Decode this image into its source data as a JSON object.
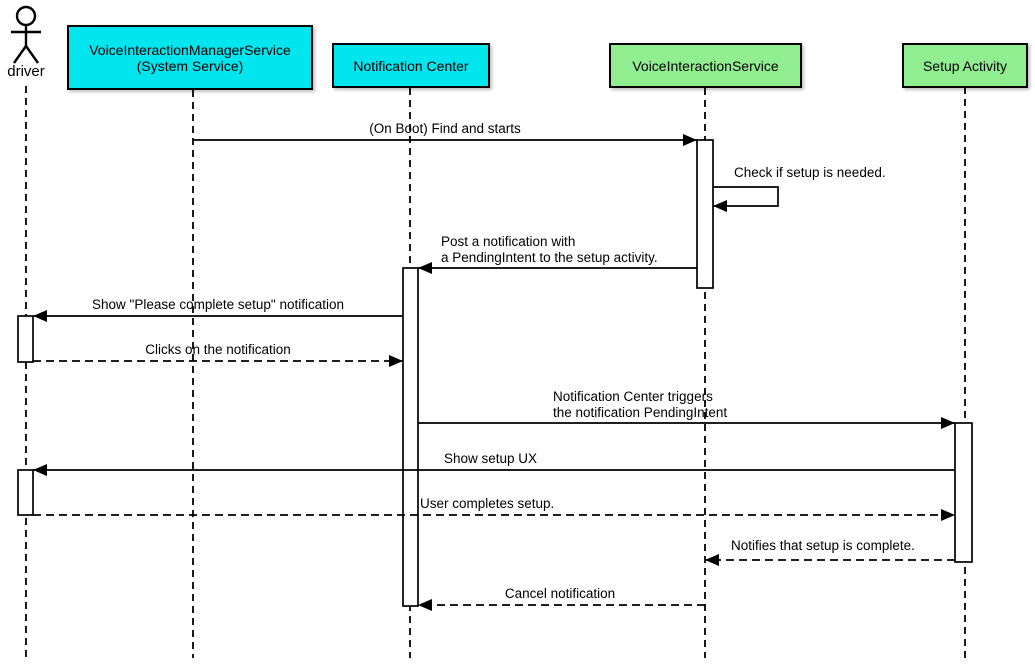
{
  "diagram": {
    "kind": "uml-sequence-diagram",
    "participants": [
      {
        "id": "driver",
        "label": "driver",
        "shape": "actor"
      },
      {
        "id": "vims",
        "label": "VoiceInteractionManagerService\n(System Service)",
        "shape": "box",
        "fill": "system"
      },
      {
        "id": "nc",
        "label": "Notification Center",
        "shape": "box",
        "fill": "system"
      },
      {
        "id": "vis",
        "label": "VoiceInteractionService",
        "shape": "box",
        "fill": "app"
      },
      {
        "id": "sa",
        "label": "Setup Activity",
        "shape": "box",
        "fill": "app"
      }
    ],
    "messages": [
      {
        "label": "(On Boot) Find and starts",
        "from": "VoiceInteractionManagerService (System Service)",
        "to": "VoiceInteractionService",
        "line": "solid"
      },
      {
        "label": "Check if setup is needed.",
        "from": "VoiceInteractionService",
        "to": "VoiceInteractionService",
        "line": "solid-self"
      },
      {
        "label": "Post a notification with\na PendingIntent to the setup activity.",
        "from": "VoiceInteractionService",
        "to": "Notification Center",
        "line": "solid"
      },
      {
        "label": "Show \"Please complete setup\" notification",
        "from": "Notification Center",
        "to": "driver",
        "line": "solid"
      },
      {
        "label": "Clicks on the notification",
        "from": "driver",
        "to": "Notification Center",
        "line": "dashed"
      },
      {
        "label": "Notification Center triggers\nthe notification PendingIntent",
        "from": "Notification Center",
        "to": "Setup Activity",
        "line": "solid"
      },
      {
        "label": "Show setup UX",
        "from": "Setup Activity",
        "to": "driver",
        "line": "solid"
      },
      {
        "label": "User completes setup.",
        "from": "driver",
        "to": "Setup Activity",
        "line": "dashed"
      },
      {
        "label": "Notifies that setup is complete.",
        "from": "Setup Activity",
        "to": "VoiceInteractionService",
        "line": "dashed"
      },
      {
        "label": "Cancel notification",
        "from": "VoiceInteractionService",
        "to": "Notification Center",
        "line": "dashed"
      }
    ]
  },
  "colors": {
    "system_component_fill": "#00e5ee",
    "app_component_fill": "#90ee90",
    "activation_fill": "#ffffff",
    "line": "#000000",
    "background": "#ffffff",
    "text": "#000000"
  }
}
